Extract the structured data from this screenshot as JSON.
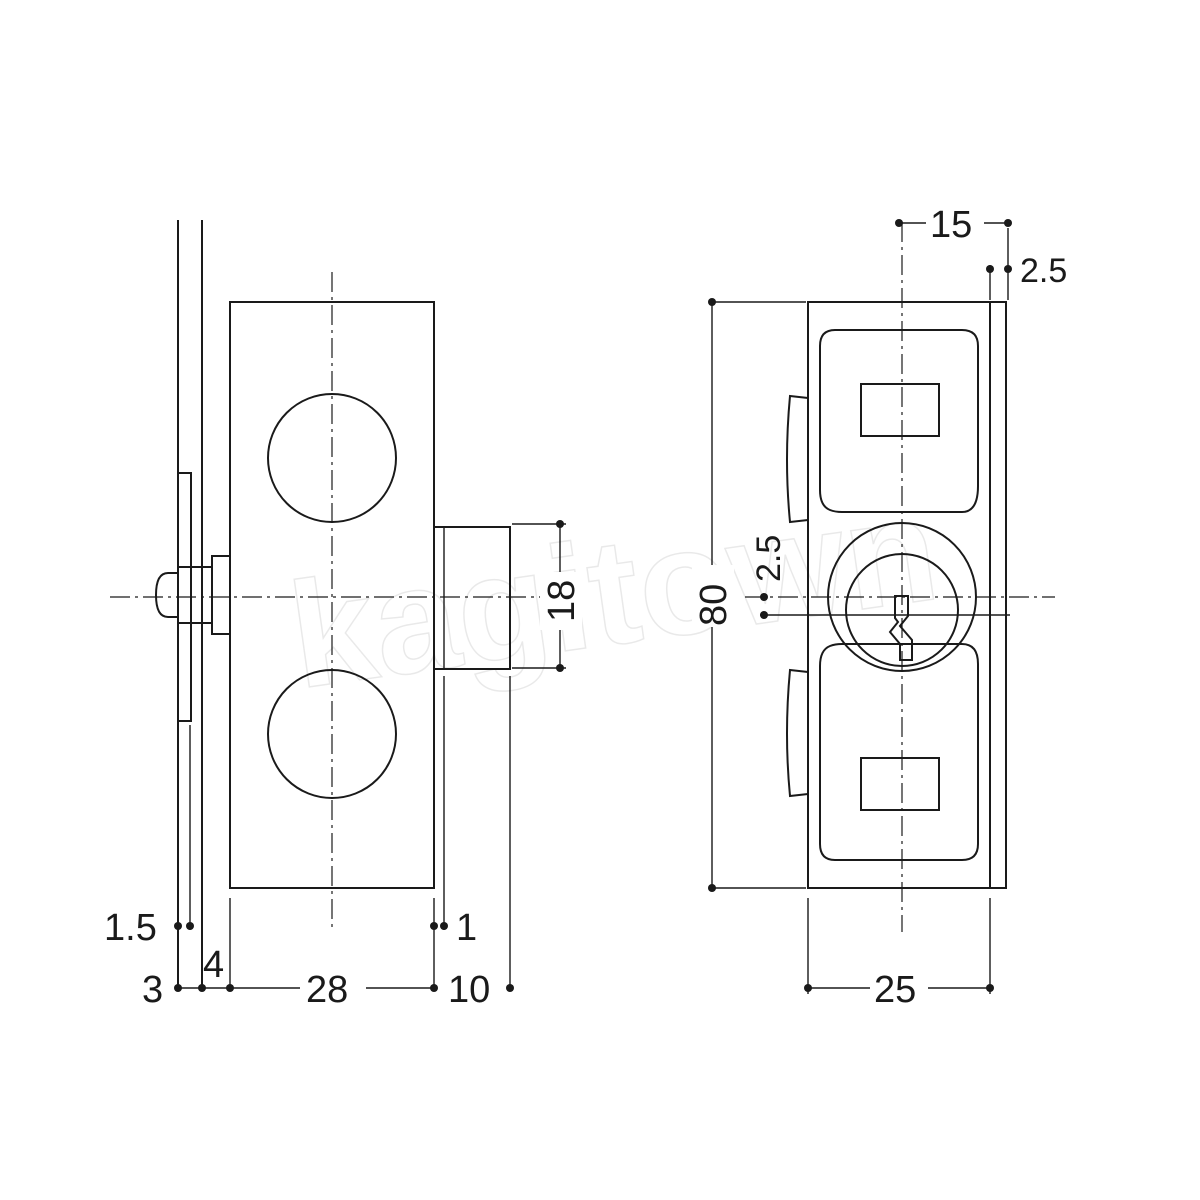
{
  "watermark": "kagitown",
  "dimensions": {
    "glass_thickness": "1.5",
    "wall_gap": "3",
    "plate_thickness": "4",
    "body_depth": "28",
    "cylinder_step": "1",
    "cylinder_length": "10",
    "cylinder_diameter": "18",
    "cylinder_offset_x": "15",
    "edge_offset": "2.5",
    "cylinder_offset_y": "2.5",
    "body_height": "80",
    "body_width": "25"
  }
}
